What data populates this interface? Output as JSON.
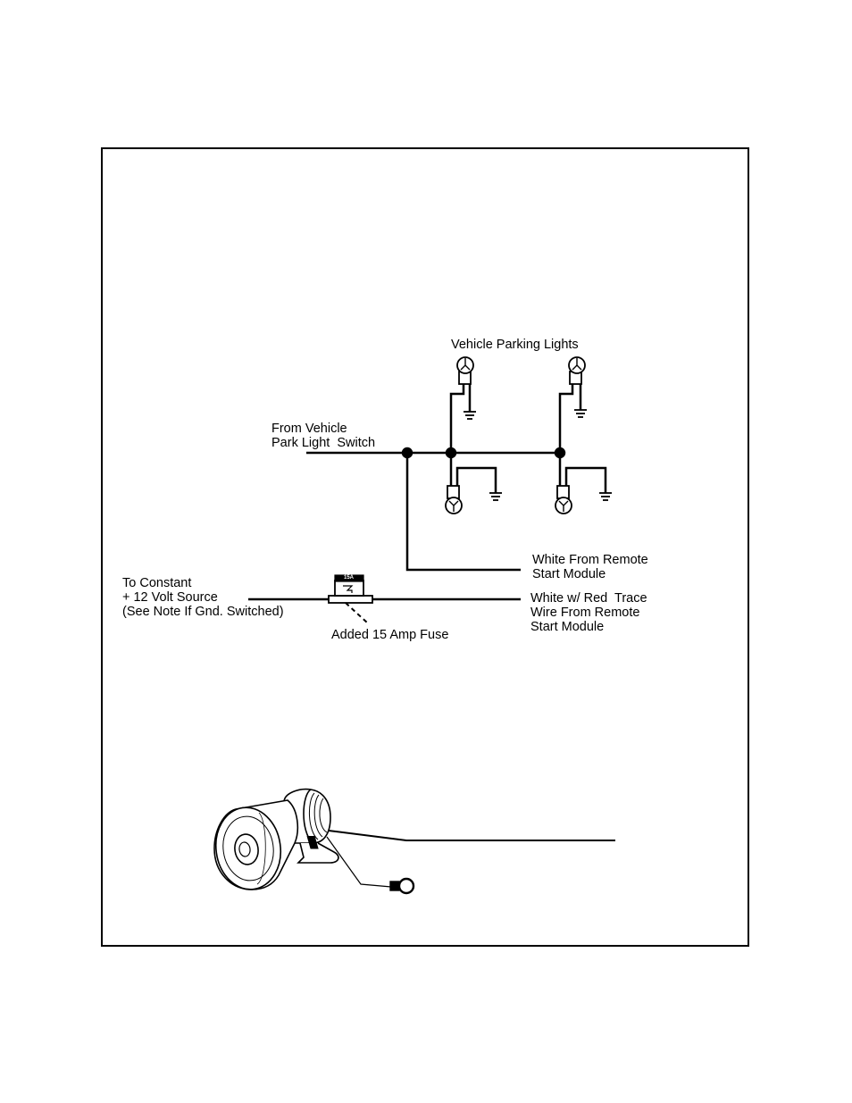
{
  "labels": {
    "parking_lights": "Vehicle Parking Lights",
    "from_vehicle": "From Vehicle\nPark Light  Switch",
    "white_remote": "White From Remote\nStart Module",
    "constant_source": "To Constant\n+ 12 Volt Source\n(See Note If Gnd. Switched)",
    "white_red_trace": "White w/ Red  Trace\nWire From Remote\nStart Module",
    "added_fuse": "Added 15 Amp Fuse",
    "fuse_rating": "15A"
  },
  "icons": {
    "bulb": "bulb-icon",
    "ground": "ground-icon",
    "fuse": "fuse-icon",
    "siren": "siren-horn-icon",
    "ring_terminal": "ring-terminal-icon"
  }
}
